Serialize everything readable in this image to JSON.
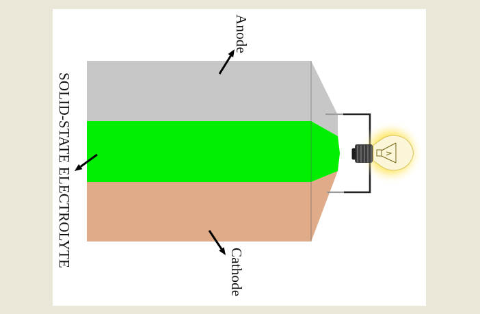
{
  "figure": {
    "background_color": "#eae6d8",
    "page_color": "#ffffff",
    "labels": {
      "anode": "Anode",
      "electrolyte": "SOLID-STATE ELECTROLYTE",
      "cathode": "Cathode"
    },
    "layers": [
      {
        "name": "anode",
        "color": "#c7c7c7"
      },
      {
        "name": "solid-state-electrolyte",
        "color": "#00ee00"
      },
      {
        "name": "cathode",
        "color": "#dfab88"
      }
    ],
    "wire_color": "#222222",
    "arrow_color": "#000000",
    "bulb": {
      "glow_color": "#ffdf3a",
      "glass_color": "#fbf6d8",
      "glass_outline_color": "#d8c45c",
      "base_color": "#3b3b3b",
      "base_tip_color": "#1c1c1c"
    }
  }
}
